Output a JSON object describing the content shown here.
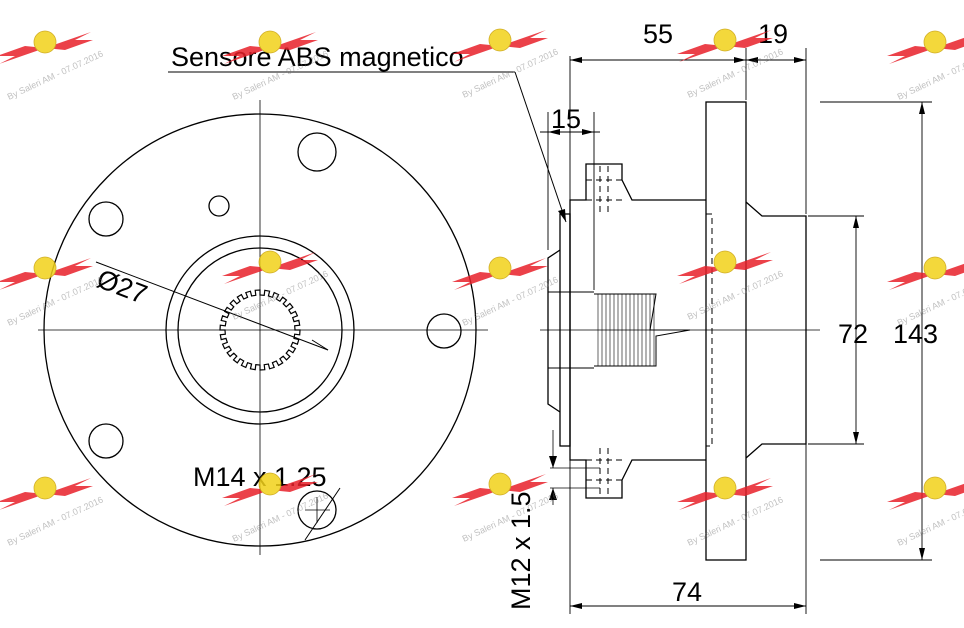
{
  "labels": {
    "sensor": "Sensore ABS magnetico",
    "diameter": "Ø27",
    "thread_front": "M14 x 1.25",
    "thread_side": "M12 x 1.5",
    "dim_55": "55",
    "dim_19": "19",
    "dim_15": "15",
    "dim_72": "72",
    "dim_143": "143",
    "dim_74": "74"
  },
  "watermark": {
    "text": "By Saleri AM - 07.07.2016",
    "wing_color": "#e8202a",
    "disc_color": "#f2d21a"
  }
}
